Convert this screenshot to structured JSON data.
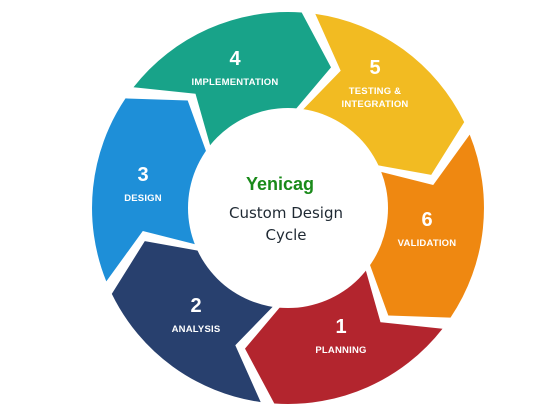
{
  "center": {
    "brand": "Yenicag",
    "subtitle_line1": "Custom Design",
    "subtitle_line2": "Cycle",
    "brand_color": "#1a8a1a"
  },
  "steps": [
    {
      "number": "1",
      "label_lines": [
        "PLANNING"
      ],
      "color": "#b3252e"
    },
    {
      "number": "2",
      "label_lines": [
        "ANALYSIS"
      ],
      "color": "#28406e"
    },
    {
      "number": "3",
      "label_lines": [
        "DESIGN"
      ],
      "color": "#1e8fd8"
    },
    {
      "number": "4",
      "label_lines": [
        "IMPLEMENTATION"
      ],
      "color": "#18a389"
    },
    {
      "number": "5",
      "label_lines": [
        "TESTING &",
        "INTEGRATION"
      ],
      "color": "#f2bb22"
    },
    {
      "number": "6",
      "label_lines": [
        "VALIDATION"
      ],
      "color": "#ef8811"
    }
  ]
}
